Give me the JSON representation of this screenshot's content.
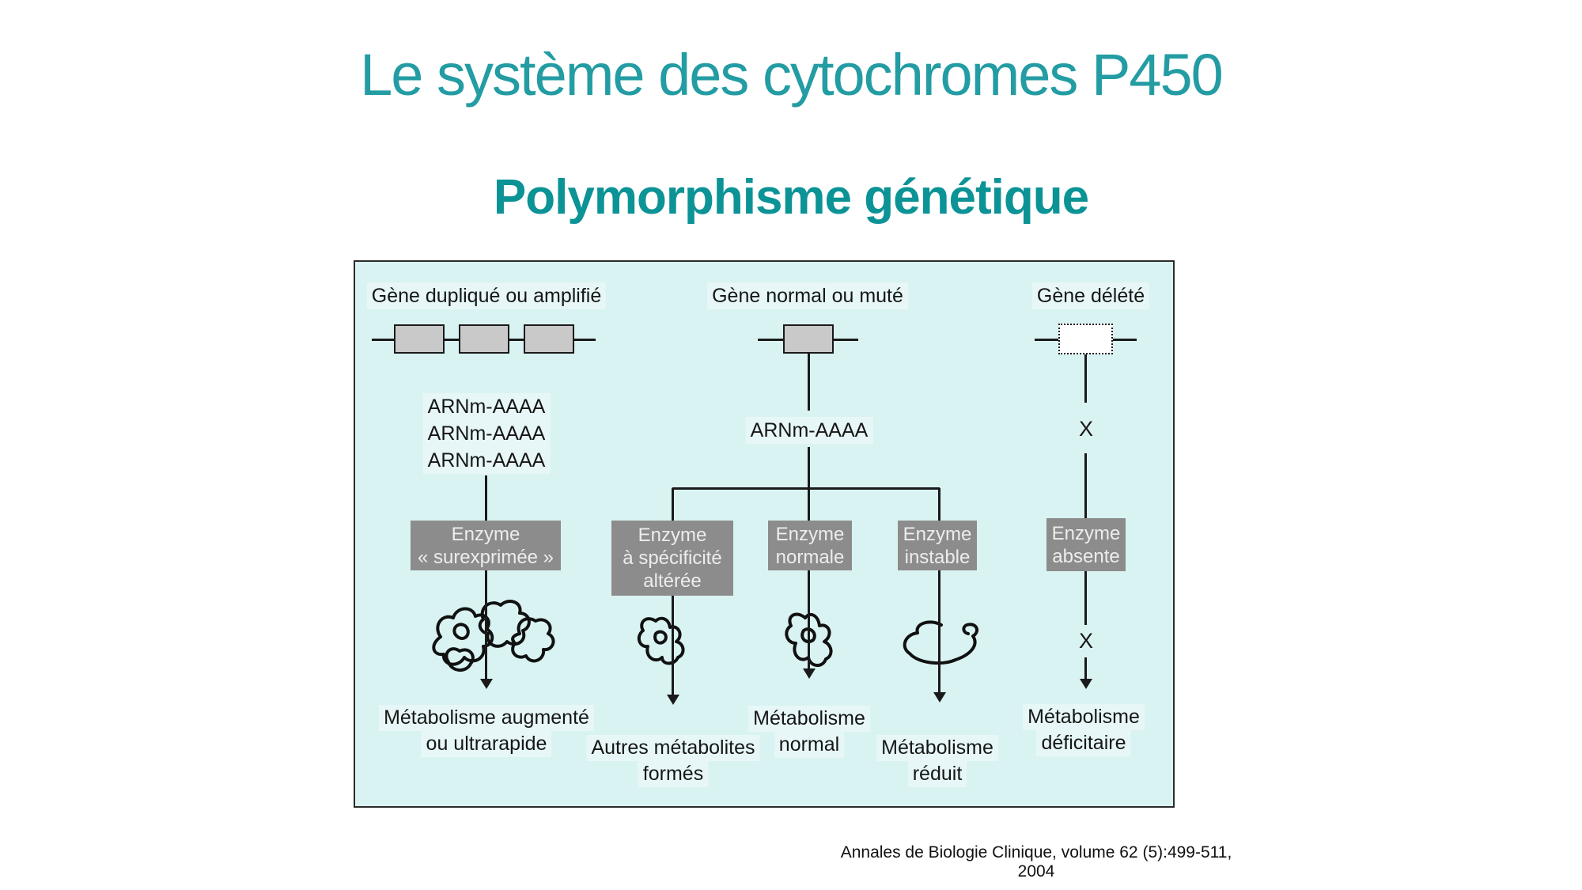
{
  "colors": {
    "title": "#239CA3",
    "subtitle": "#0C9396",
    "diagram-bg": "#D9F3F2",
    "diagram-border": "#2B2B2B",
    "line": "#1A1A1A",
    "gene-fill": "#C9C9C9",
    "enzyme-bg": "#8C8C8C",
    "enzyme-text": "#EDEDED",
    "text": "#161616"
  },
  "slide": {
    "title": "Le système des cytochromes P450",
    "subtitle": "Polymorphisme génétique",
    "citation": "Annales de Biologie Clinique, volume 62 (5):499-511, 2004"
  },
  "diagram": {
    "col1": {
      "header": "Gène dupliqué ou amplifié",
      "mrna": [
        "ARNm-AAAA",
        "ARNm-AAAA",
        "ARNm-AAAA"
      ],
      "enzyme": [
        "Enzyme",
        "« surexprimée »"
      ],
      "outcome": [
        "Métabolisme augmenté",
        "ou ultrarapide"
      ]
    },
    "col2": {
      "header": "Gène normal ou muté",
      "mrna": [
        "ARNm-AAAA"
      ],
      "branches": [
        {
          "enzyme": [
            "Enzyme",
            "à spécificité",
            "altérée"
          ],
          "outcome": [
            "Autres métabolites",
            "formés"
          ]
        },
        {
          "enzyme": [
            "Enzyme",
            "normale"
          ],
          "outcome": [
            "Métabolisme",
            "normal"
          ]
        },
        {
          "enzyme": [
            "Enzyme",
            "instable"
          ],
          "outcome": [
            "Métabolisme",
            "réduit"
          ]
        }
      ]
    },
    "col3": {
      "header": "Gène délété",
      "x_top": "X",
      "x_bottom": "X",
      "enzyme": [
        "Enzyme",
        "absente"
      ],
      "outcome": [
        "Métabolisme",
        "déficitaire"
      ]
    }
  }
}
